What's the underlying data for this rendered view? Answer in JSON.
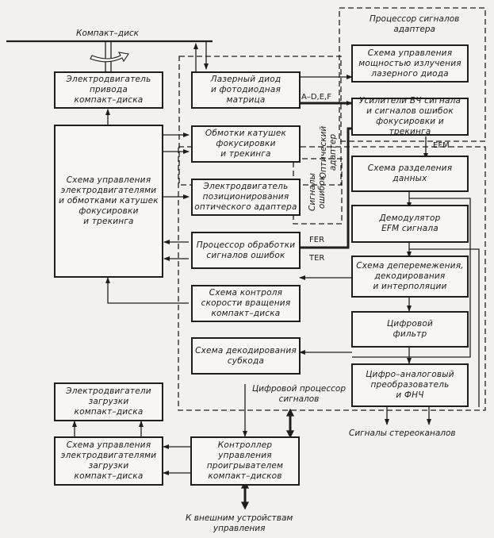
{
  "diagram": {
    "disc_label": "Компакт–диск",
    "groups": {
      "adapter_processor": "Процессор сигналов\nадаптера",
      "optical_adapter": "Оптический\nадаптер",
      "error_signals": "Сигналы\nошибок",
      "digital_processor": "Цифровой процессор\nсигналов"
    },
    "blocks": {
      "disc_motor": "Электродвигатель\nпривода\nкомпакт–диска",
      "laser_diode": "Лазерный диод\nи фотодиодная\nматрица",
      "laser_power": "Схема управления\nмощностью излучения\nлазерного диода",
      "rf_amp": "Усилители ВЧ сигнала\nи сигналов ошибок\nфокусировки и трекинга",
      "focus_coils": "Обмотки катушек\nфокусировки\nи трекинга",
      "motor_control": "Схема управления\nэлектродвигателями\nи обмотками катушек\nфокусировки\nи трекинга",
      "sled_motor": "Электродвигатель\nпозиционирования\nоптического адаптера",
      "data_separator": "Схема разделения\nданных",
      "efm_demod": "Демодулятор\nEFM сигнала",
      "error_processor": "Процессор обработки\nсигналов ошибок",
      "deinterleave": "Схема деперемежения,\nдекодирования\nи интерполяции",
      "speed_control": "Схема контроля\nскорости вращения\nкомпакт–диска",
      "digital_filter": "Цифровой\nфильтр",
      "subcode_decoder": "Схема декодирования\nсубкода",
      "dac": "Цифро–аналоговый\nпреобразователь\nи ФНЧ",
      "load_motors": "Электродвигатели\nзагрузки\nкомпакт–диска",
      "load_control": "Схема управления\nэлектродвигателями\nзагрузки\nкомпакт–диска",
      "controller": "Контроллер\nуправления\nпроигрывателем\nкомпакт–дисков"
    },
    "signals": {
      "adef": "A–D,E,F",
      "efm": "EFM",
      "fer": "FER",
      "ter": "TER"
    },
    "outputs": {
      "stereo": "Сигналы стереоканалов",
      "external": "К внешним устройствам\nуправления"
    }
  }
}
